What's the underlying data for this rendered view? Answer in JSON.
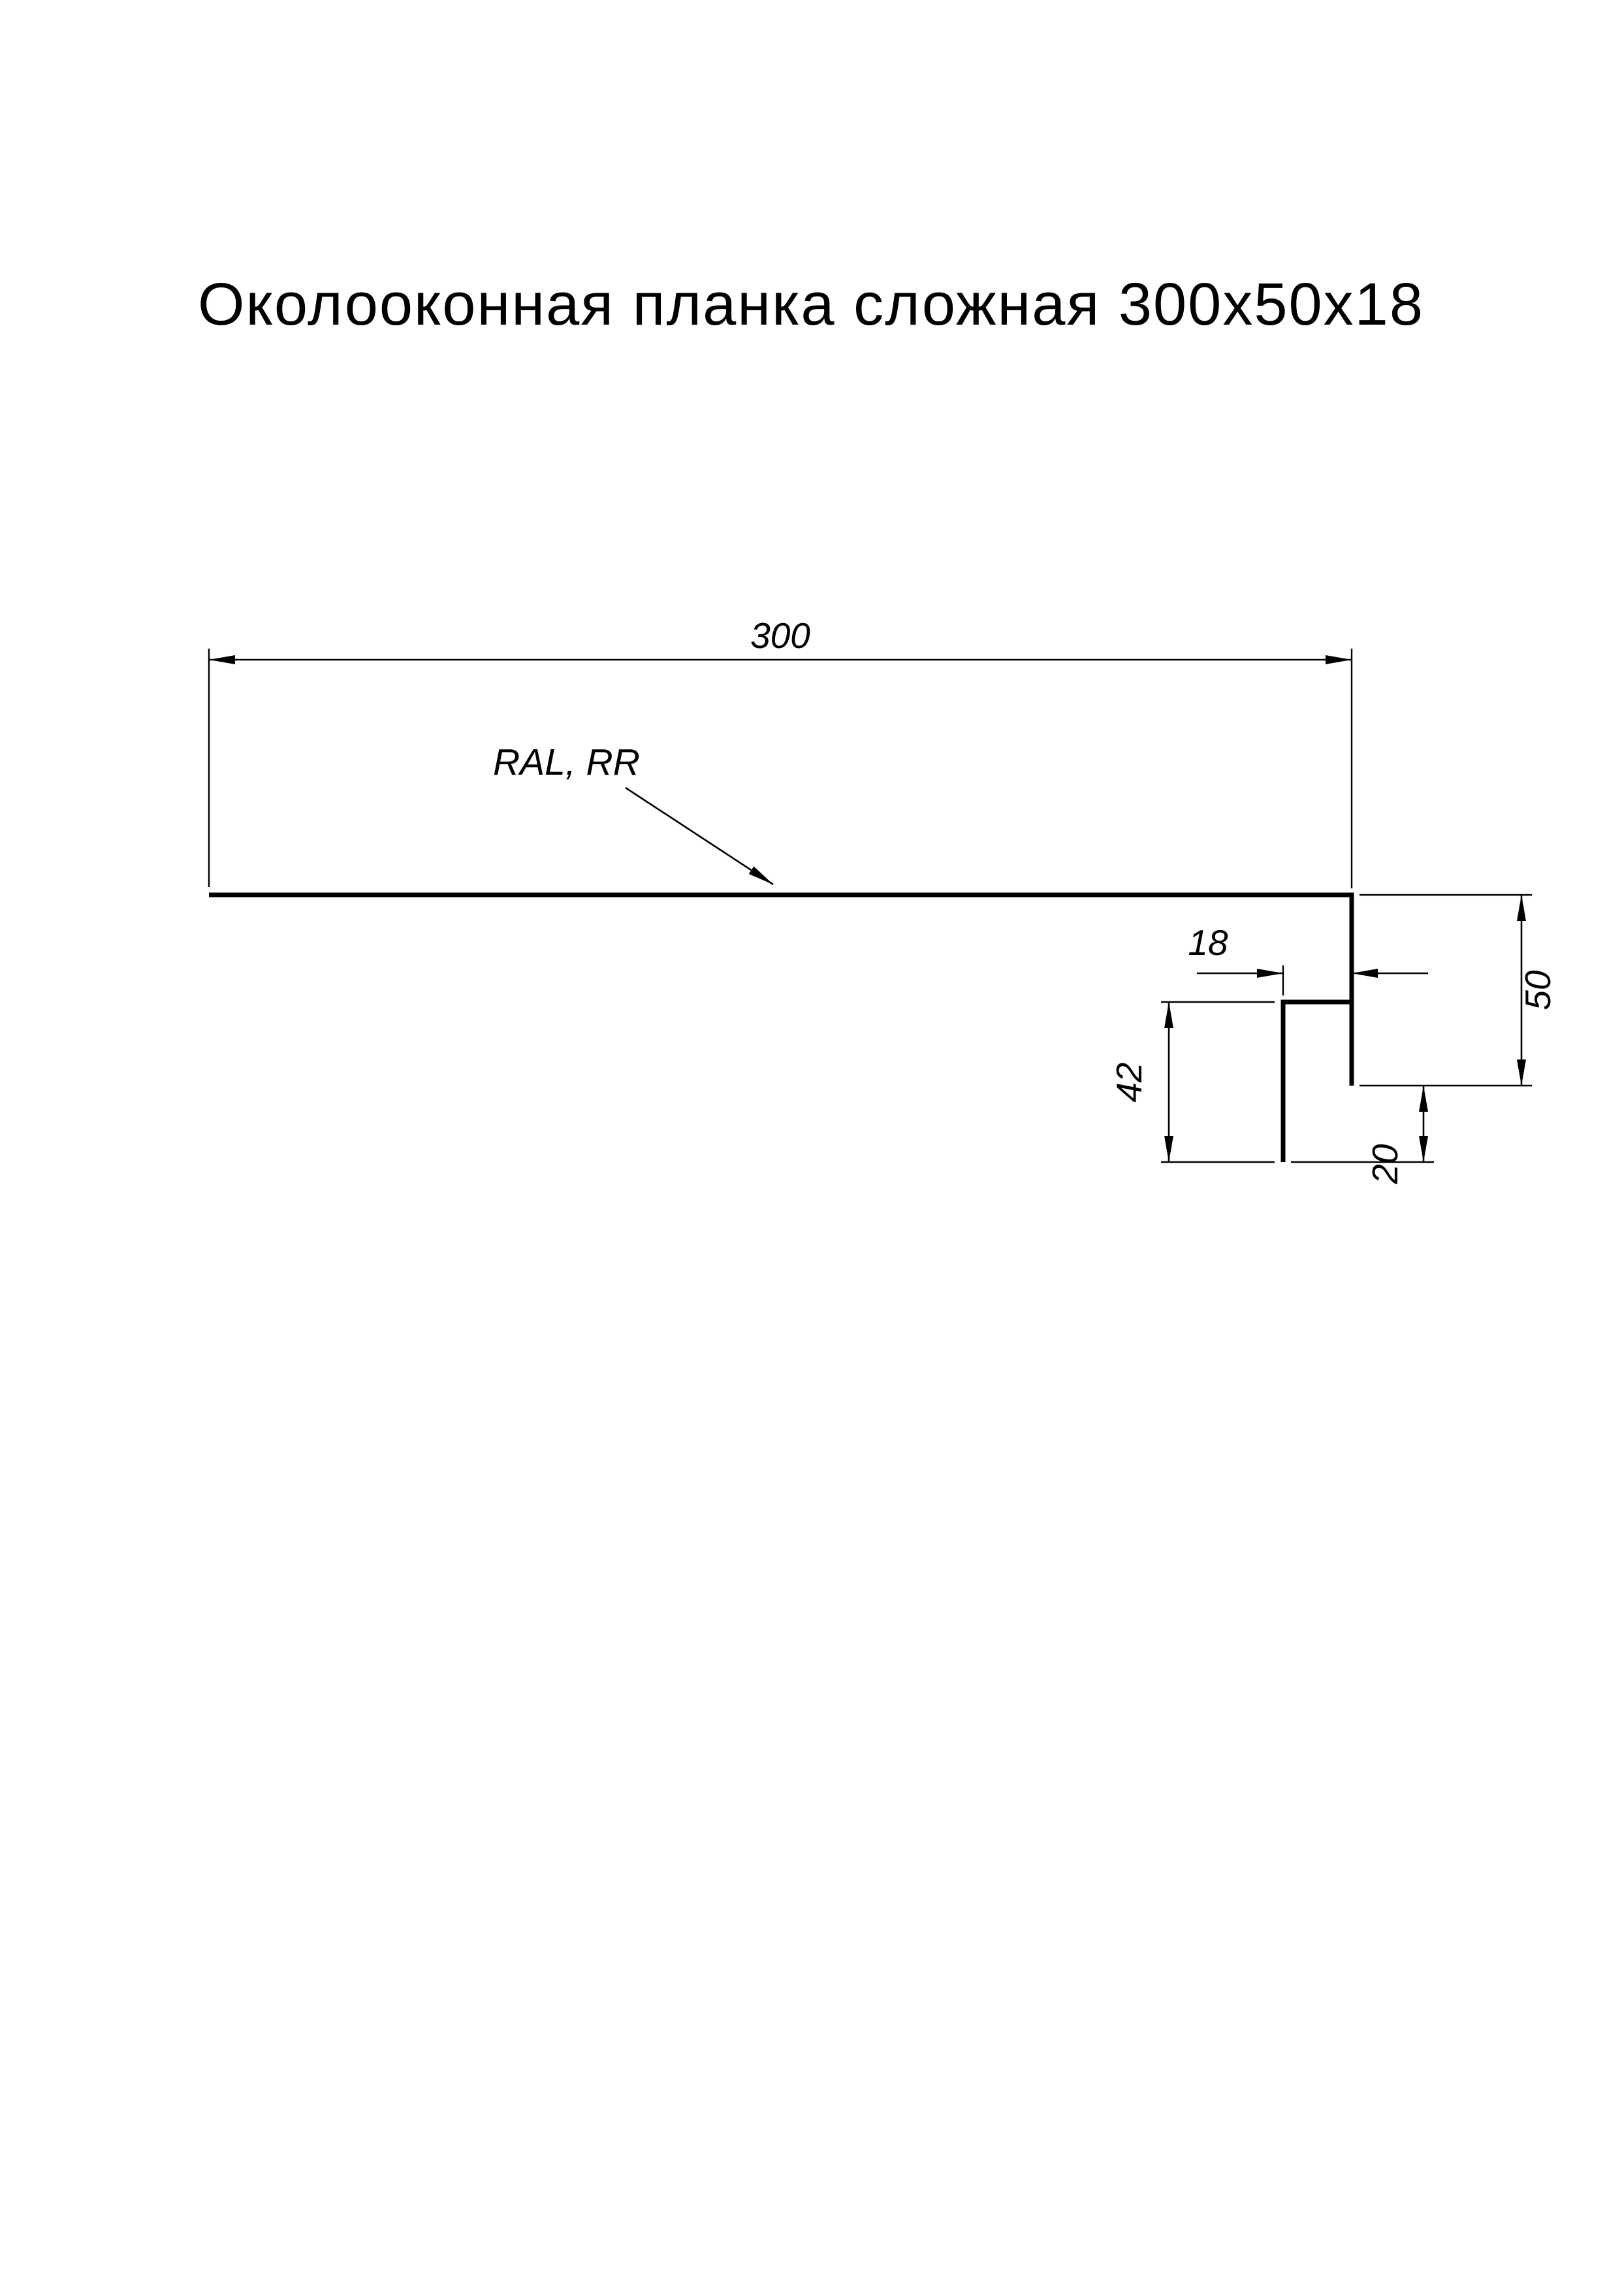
{
  "title": "Околооконная планка сложная 300х50х18",
  "drawing": {
    "coating_label": "RAL, RR",
    "dimensions": {
      "overall_width": "300",
      "right_drop": "50",
      "step_width": "18",
      "inner_leg": "42",
      "bottom_offset": "20"
    }
  }
}
